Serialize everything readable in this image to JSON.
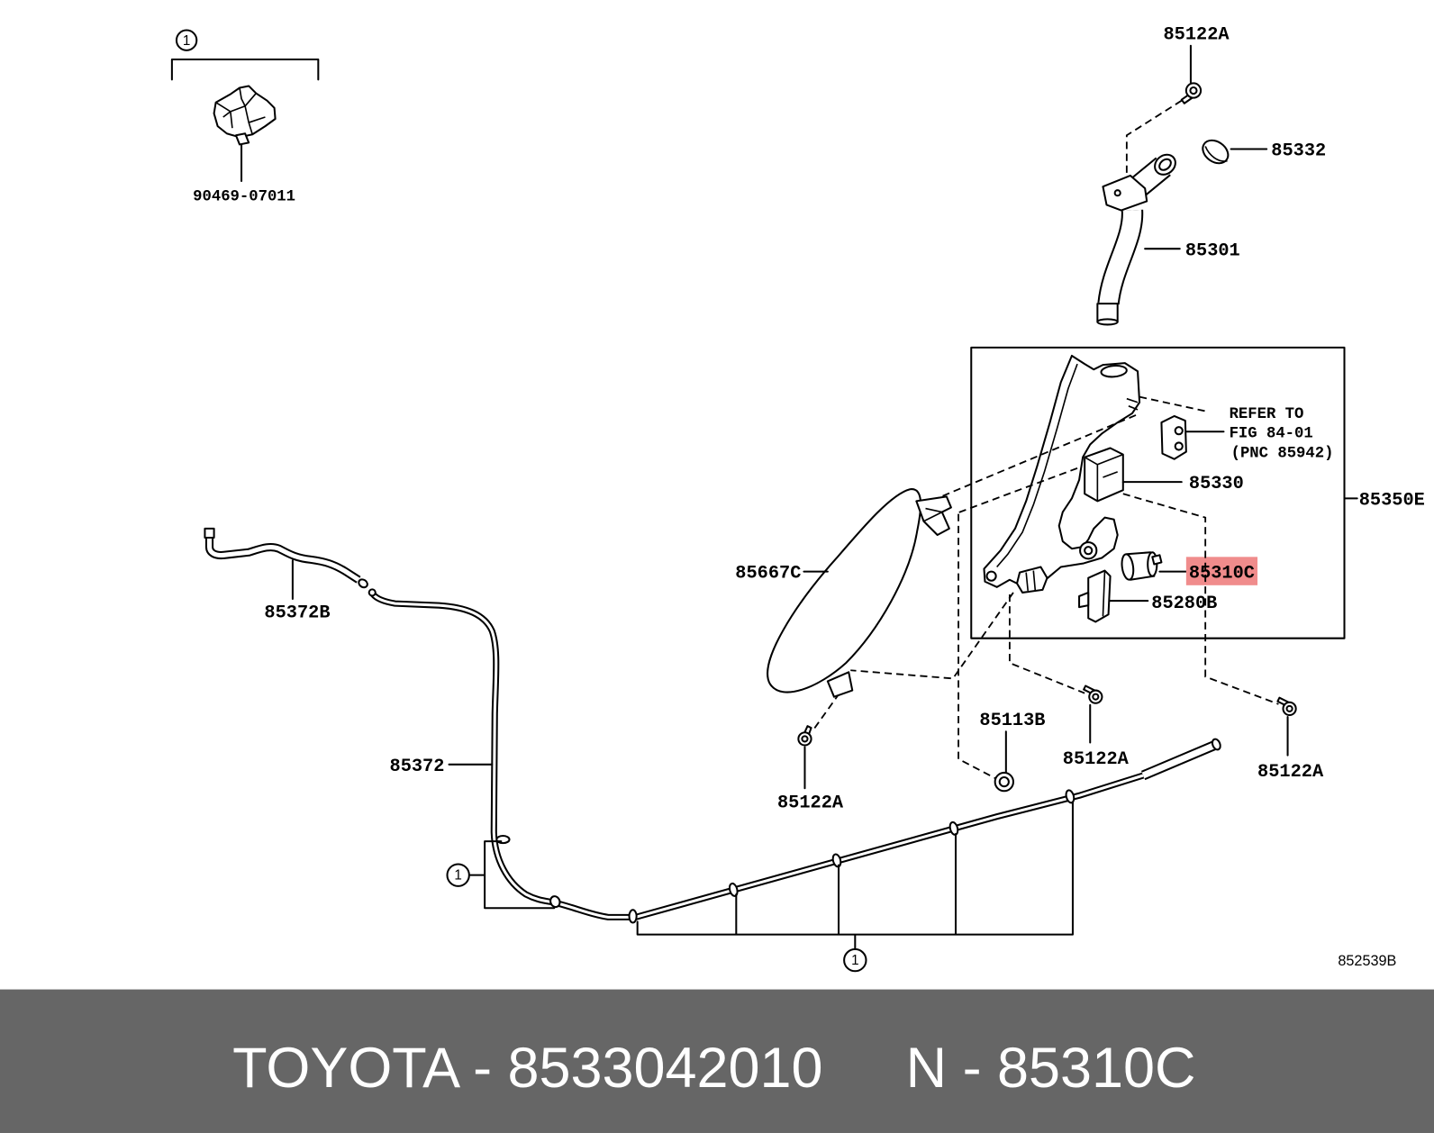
{
  "colors": {
    "background": "#ffffff",
    "line": "#000000",
    "highlight": "#f08c8c",
    "highlight_text": "#7a1010",
    "caption_bar": "#666666",
    "caption_text": "#ffffff"
  },
  "diagram": {
    "callouts": [
      {
        "number": "90469-07011"
      },
      {
        "number": "85122A"
      },
      {
        "number": "85332"
      },
      {
        "number": "85301"
      },
      {
        "number": "85330"
      },
      {
        "number": "85350E"
      },
      {
        "number": "85310C",
        "highlighted": true
      },
      {
        "number": "85280B"
      },
      {
        "number": "85667C"
      },
      {
        "number": "85372B"
      },
      {
        "number": "85372"
      },
      {
        "number": "85113B"
      },
      {
        "number": "85122A"
      },
      {
        "number": "85122A"
      },
      {
        "number": "85122A"
      }
    ],
    "reference_note": [
      "REFER TO",
      "FIG 84-01",
      "(PNC 85942)"
    ],
    "group_markers": [
      "1",
      "1",
      "1"
    ],
    "figure_id": "852539B"
  },
  "caption": {
    "left": "TOYOTA - 8533042010",
    "right": "N - 85310C"
  }
}
